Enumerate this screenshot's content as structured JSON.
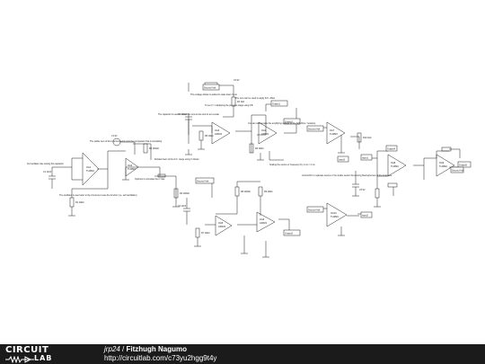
{
  "footer": {
    "logo_top": "CIRCUIT",
    "logo_bottom": "LAB",
    "user": "jrp24",
    "separator": " / ",
    "project": "Fitzhugh Nagumo",
    "url": "http://circuitlab.com/c73yu2hgg9t4y"
  },
  "schematic": {
    "opamps": [
      {
        "ref": "OA1",
        "part": "TL082C"
      },
      {
        "ref": "OA2",
        "part": "TL082C"
      },
      {
        "ref": "OA3",
        "part": "AD633"
      },
      {
        "ref": "OA4",
        "part": "AD633"
      },
      {
        "ref": "OA5",
        "part": "AD633"
      },
      {
        "ref": "OA6",
        "part": "AD633"
      },
      {
        "ref": "OA7",
        "part": "TL082C"
      },
      {
        "ref": "OA8",
        "part": "TL082C"
      },
      {
        "ref": "OA9",
        "part": "TL082C"
      },
      {
        "ref": "OA10",
        "part": "TL082C"
      }
    ],
    "net_labels": [
      "Second Volt",
      "Output1",
      "Output2",
      "Second Volt",
      "Output3",
      "Second Volt",
      "Second Volt",
      "Input1",
      "Input2",
      "Output4",
      "Output5",
      "Input3",
      "Second Volt"
    ],
    "annotations": [
      "3rd oscillator rate setting this capacitor",
      "The oscillator is used refer to the circuit as it uses the function (i.e. self oscillation)",
      "The stable zero of this interconnection into the comparator that is simulating",
      "Divided down of the D.C. range using V divider",
      "Optimum to simulate the rc rate",
      "The capacitor is used to move the zero-to-line and to set a scale",
      "This voltage divider is added to scale down V out",
      "To set V = multiplying the previous stage using F.B.",
      "The zero can be used to apply D.C. offset",
      "You can compensate the amplifying voltage by the high-Rms / resistors",
      "Scaling the source or frequency by 1 ms = 1 ms",
      "Control DC to replicate source or the visible section bit sensing filtering/sensor of the local time"
    ],
    "component_values": [
      "R1 10kΩ",
      "R2 100kΩ",
      "R3 100kΩ",
      "R4 1kΩ",
      "R5 10kΩ",
      "R6 10kΩ",
      "R7 10kΩ",
      "R8 100kΩ",
      "R9 10kΩ",
      "R10 1kΩ",
      "C1 10nF",
      "C2 100nF",
      "C3 10nF",
      "V1 5V",
      "V2 9V",
      "V3 9V"
    ]
  }
}
